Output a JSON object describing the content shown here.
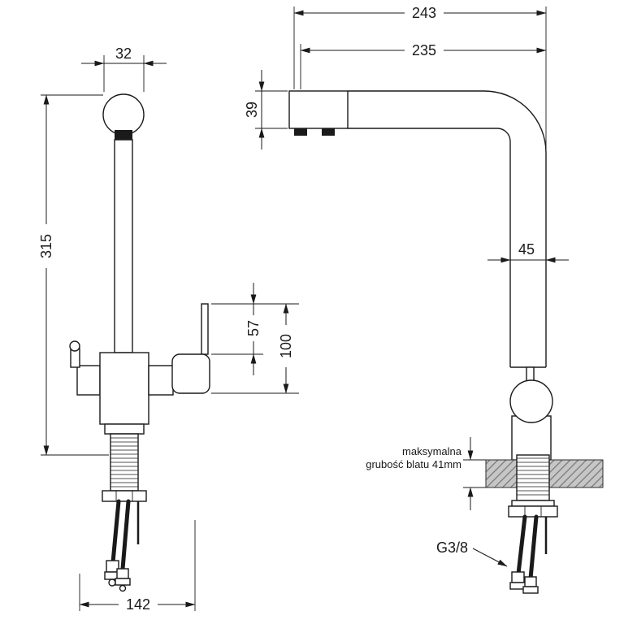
{
  "front_view": {
    "dim_spout_cap_width": "32",
    "dim_total_height": "315",
    "dim_handle_height": "57",
    "dim_body_height": "100",
    "dim_base_width": "142"
  },
  "side_view": {
    "dim_overall_depth": "243",
    "dim_spout_reach": "235",
    "dim_head_height": "39",
    "dim_column_width": "45",
    "counter_note_line1": "maksymalna",
    "counter_note_line2": "grubość blatu 41mm",
    "thread_size": "G3/8"
  },
  "colors": {
    "line": "#1a1a1a",
    "counter_fill": "#c6c6c6",
    "counter_hatch": "#757575"
  }
}
